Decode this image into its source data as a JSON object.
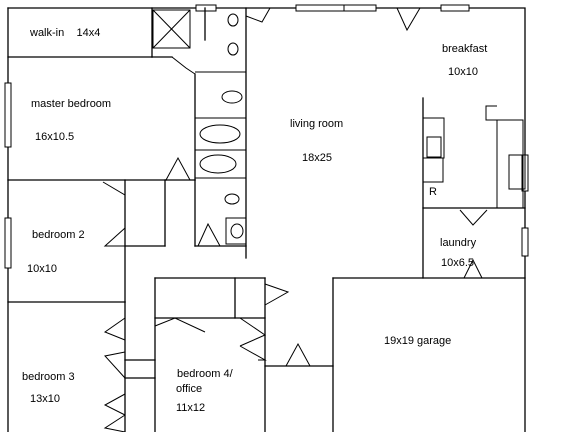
{
  "rooms": [
    {
      "id": "walkin",
      "name": "walk-in",
      "size": "14x4"
    },
    {
      "id": "master",
      "name": "master bedroom",
      "size": "16x10.5"
    },
    {
      "id": "bed2",
      "name": "bedroom 2",
      "size": "10x10"
    },
    {
      "id": "bed3",
      "name": "bedroom 3",
      "size": "13x10"
    },
    {
      "id": "bed4",
      "name": "bedroom 4/",
      "name2": "office",
      "size": "11x12"
    },
    {
      "id": "living",
      "name": "living room",
      "size": "18x25"
    },
    {
      "id": "breakfast",
      "name": "breakfast",
      "size": "10x10"
    },
    {
      "id": "laundry",
      "name": "laundry",
      "size": "10x6.5"
    },
    {
      "id": "garage",
      "name": "19x19 garage"
    }
  ],
  "fixtures": {
    "range_label": "R"
  }
}
